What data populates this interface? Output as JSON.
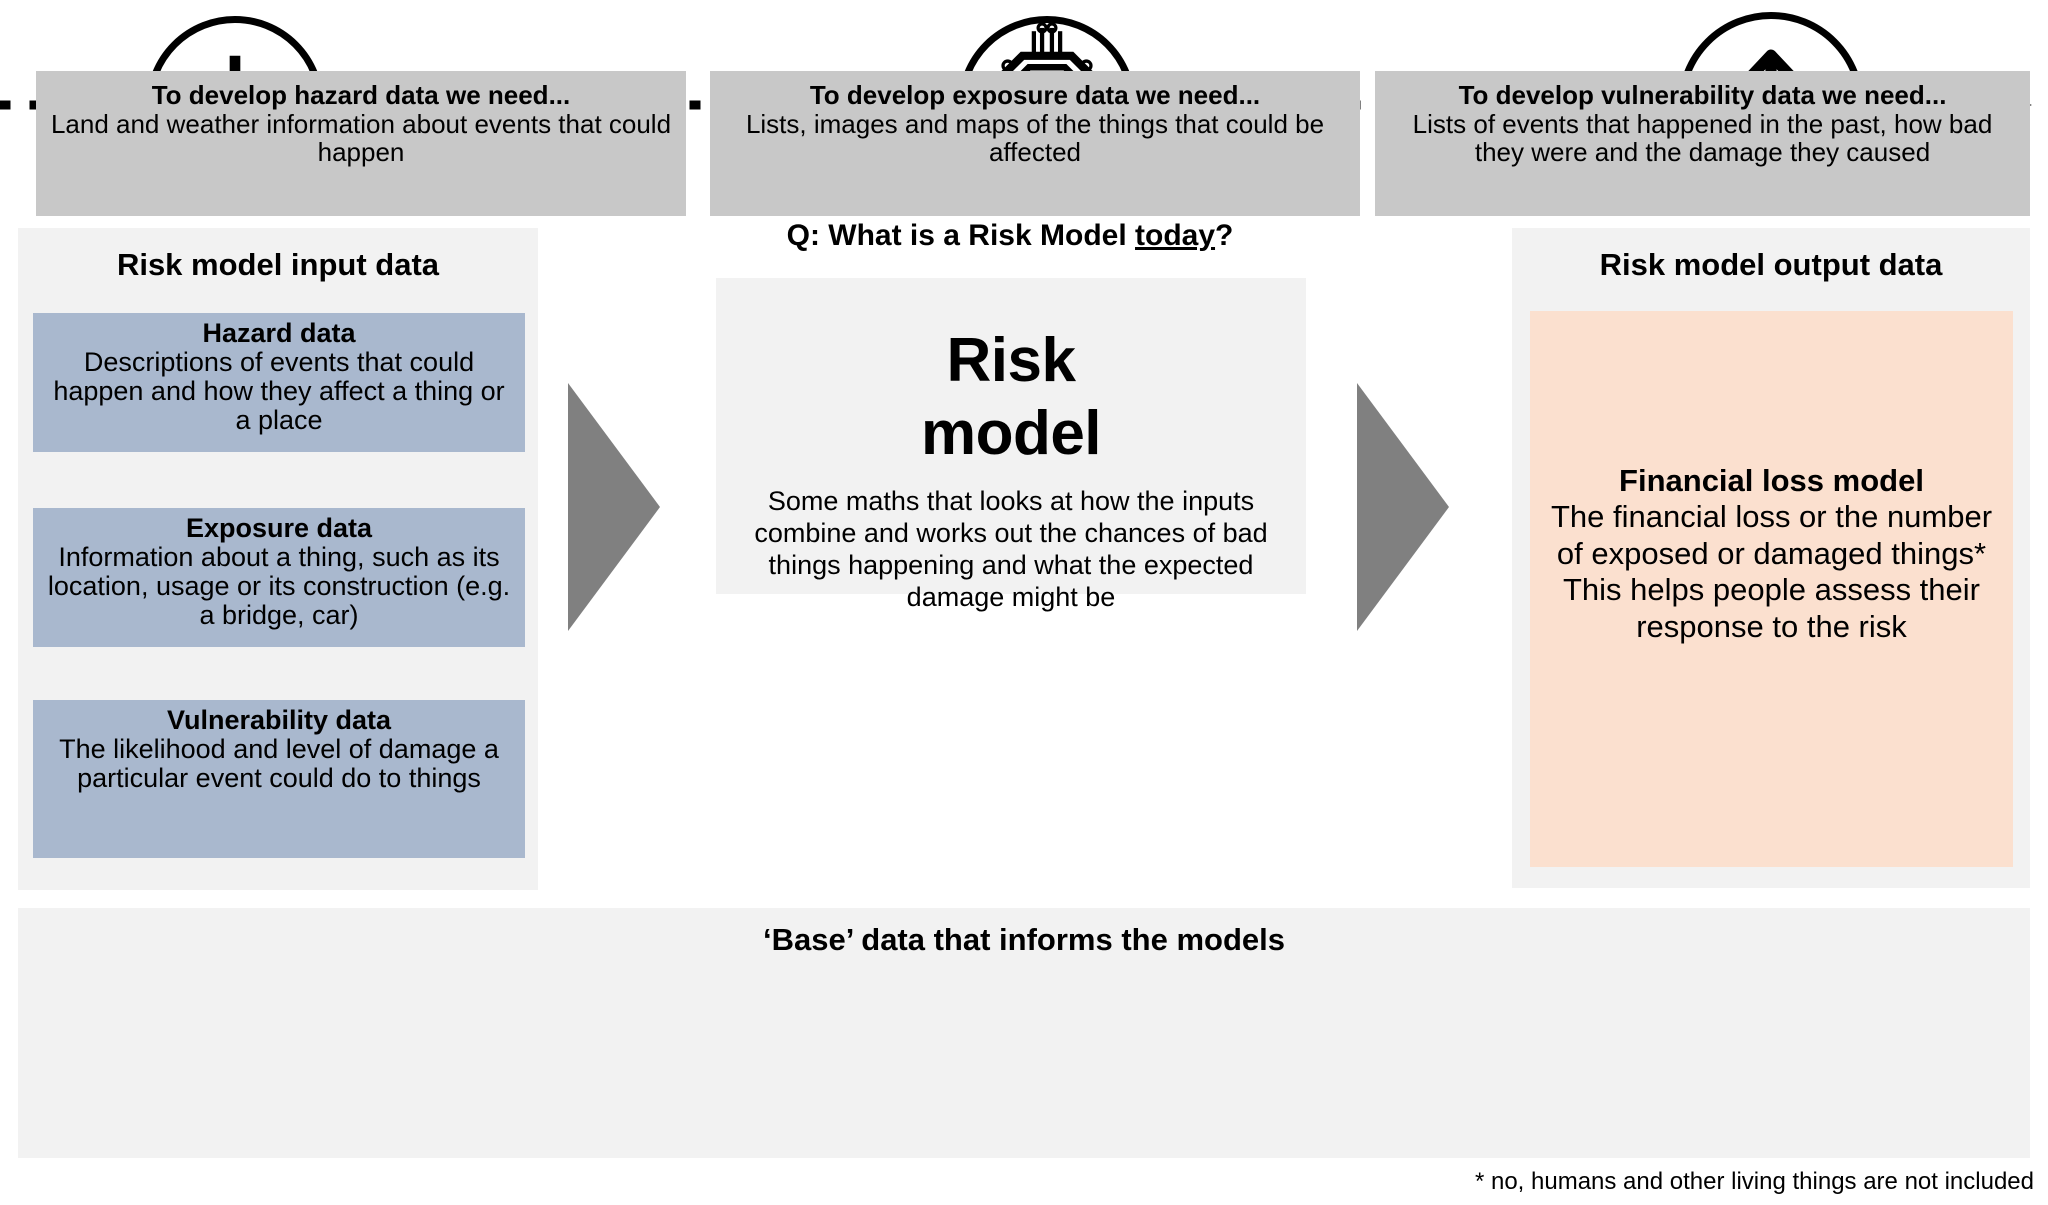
{
  "timeline": {
    "icons": [
      {
        "name": "download-icon",
        "label": "download into tray"
      },
      {
        "name": "chip-dollar-icon",
        "label": "financial microchip"
      },
      {
        "name": "upload-icon",
        "label": "upload out of tray"
      }
    ],
    "arrow_direction": "right",
    "line_style": "dotted"
  },
  "input_panel": {
    "title": "Risk model input data",
    "boxes": [
      {
        "title": "Hazard data",
        "body": "Descriptions of events that could happen and how they affect a thing or a place"
      },
      {
        "title": "Exposure data",
        "body": "Information about a thing, such as its location, usage or its construction (e.g. a bridge, car)"
      },
      {
        "title": "Vulnerability data",
        "body": "The likelihood and level of damage a particular event could do to things"
      }
    ]
  },
  "middle": {
    "question_prefix": "Q: What is a Risk Model ",
    "question_underlined": "today",
    "question_suffix": "?",
    "model_title_line1": "Risk",
    "model_title_line2": "model",
    "model_description": "Some maths that looks at how the inputs combine and works out the chances of bad things happening and what the expected damage might be"
  },
  "output_panel": {
    "title": "Risk model output data",
    "box": {
      "title": "Financial loss model",
      "body_line1": "The financial loss or the number of exposed or damaged things*",
      "body_line2": "This helps people assess their response to the risk"
    }
  },
  "base_panel": {
    "title": "‘Base’ data that informs the models",
    "columns": [
      {
        "title": "To develop hazard data we need...",
        "body": "Land and weather information about events that could happen"
      },
      {
        "title": "To develop exposure data we need...",
        "body": "Lists, images and maps of the things that could be affected"
      },
      {
        "title": "To develop vulnerability data we need...",
        "body": "Lists of events that happened in the past, how bad they were and the damage they caused"
      }
    ]
  },
  "footnote": "* no, humans and other living things are not included",
  "colors": {
    "panel_bg": "#f2f2f2",
    "input_box": "#a9b8ce",
    "output_box": "#fbe0cf",
    "base_box": "#c8c8c8",
    "arrow": "#808080",
    "ink": "#000000"
  }
}
